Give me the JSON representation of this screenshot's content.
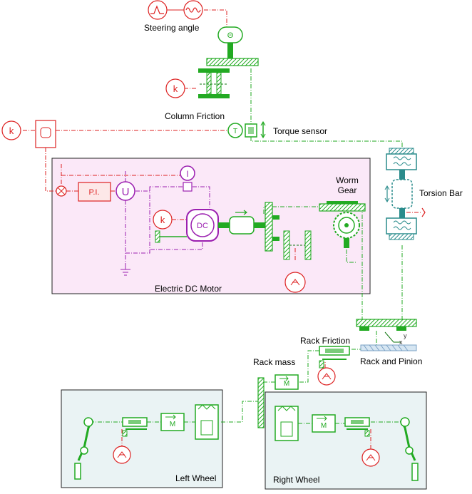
{
  "labels": {
    "steering_angle": "Steering angle",
    "column_friction": "Column Friction",
    "torque_sensor": "Torque sensor",
    "torsion_bar": "Torsion Bar",
    "worm_gear_line1": "Worm",
    "worm_gear_line2": "Gear",
    "electric_dc_motor": "Electric DC Motor",
    "rack_friction": "Rack Friction",
    "rack_mass": "Rack mass",
    "rack_and_pinion": "Rack and Pinion",
    "left_wheel": "Left Wheel",
    "right_wheel": "Right Wheel"
  },
  "symbols": {
    "k_column": "k",
    "k_controller": "k",
    "k_motor": "k",
    "pi_controller": "P.I.",
    "voltage_source": "U",
    "current_sensor": "I",
    "dc_motor": "DC",
    "mass_rack": "M",
    "mass_left": "M",
    "mass_right": "M",
    "angle_sensor": "Θ",
    "torque": "T",
    "axis_x": "x",
    "axis_y": "y"
  },
  "colors": {
    "mechanical": "#22aa22",
    "mechanical_dark": "#117711",
    "signal": "#dd2222",
    "electrical": "#9b1fb0",
    "torsion": "#2a8c8c",
    "motor_box_fill": "#fbe8f8",
    "wheel_box_fill": "#eaf3f4"
  }
}
